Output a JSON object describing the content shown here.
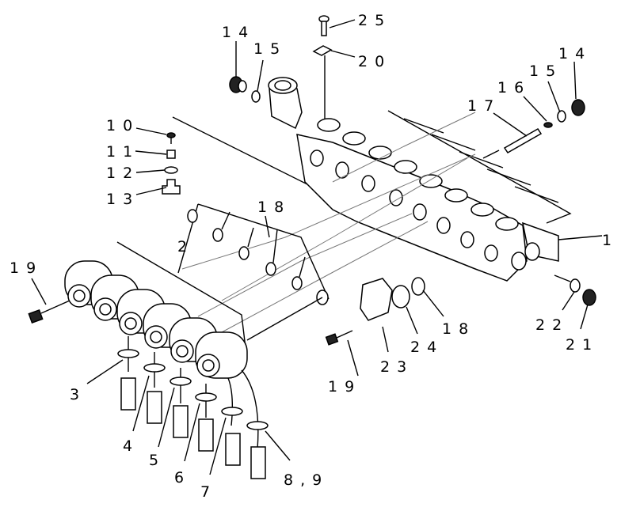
{
  "diagram": {
    "type": "exploded-parts-view",
    "labels": {
      "p1": "1",
      "p2": "2",
      "p3": "3",
      "p4": "4",
      "p5": "5",
      "p6": "6",
      "p7": "7",
      "p8_9": "8,9",
      "p10": "10",
      "p11": "11",
      "p12": "12",
      "p13": "13",
      "p14a": "14",
      "p14b": "14",
      "p15a": "15",
      "p15b": "15",
      "p16": "16",
      "p17": "17",
      "p18a": "18",
      "p18b": "18",
      "p19a": "19",
      "p19b": "19",
      "p20": "20",
      "p21": "21",
      "p22": "22",
      "p23": "23",
      "p24": "24",
      "p25": "25"
    }
  }
}
